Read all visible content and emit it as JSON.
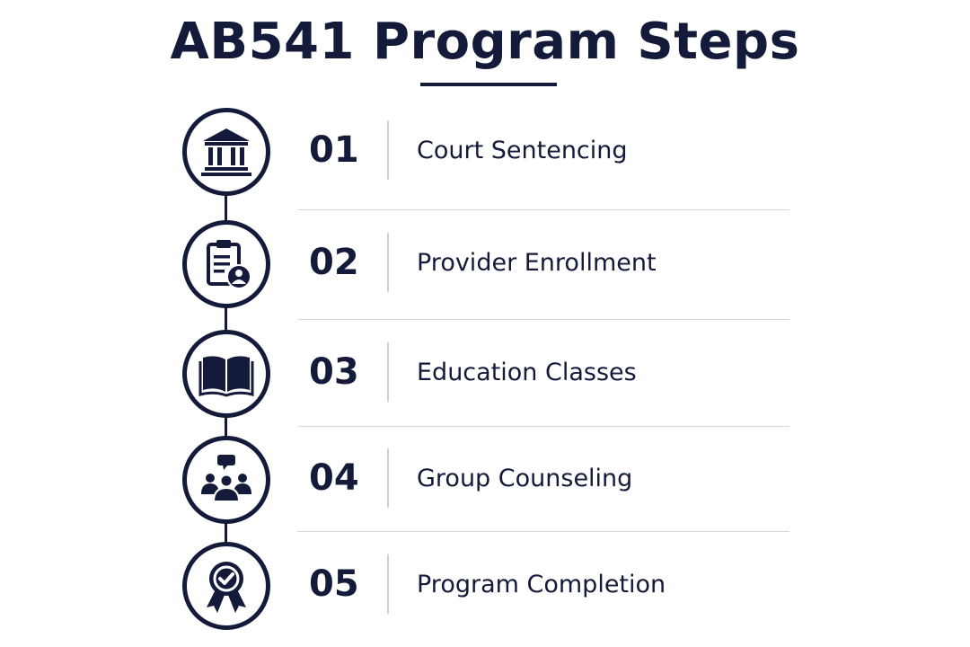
{
  "title": "AB541 Program Steps",
  "colors": {
    "primary": "#141a3a",
    "divider": "#d5d7dd",
    "background": "#ffffff"
  },
  "steps": [
    {
      "number": "01",
      "label": "Court Sentencing",
      "icon": "courthouse-icon"
    },
    {
      "number": "02",
      "label": "Provider Enrollment",
      "icon": "clipboard-user-icon"
    },
    {
      "number": "03",
      "label": "Education Classes",
      "icon": "open-book-icon"
    },
    {
      "number": "04",
      "label": "Group Counseling",
      "icon": "group-chat-icon"
    },
    {
      "number": "05",
      "label": "Program Completion",
      "icon": "award-badge-icon"
    }
  ]
}
